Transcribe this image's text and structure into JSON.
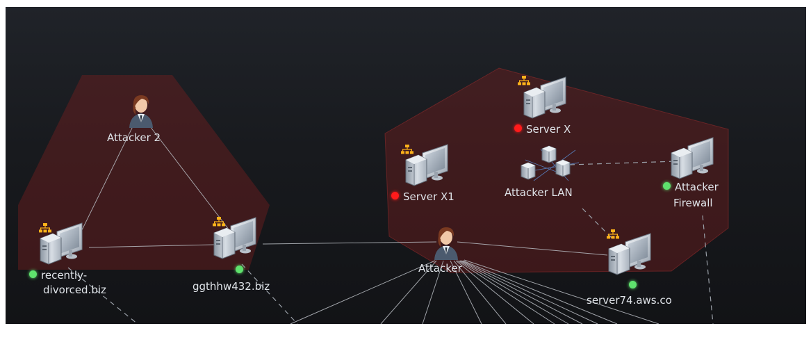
{
  "status_colors": {
    "up": "#5fe26d",
    "down": "#ff1b1b"
  },
  "zone_color": "#7a1e1e",
  "nodes": {
    "attacker2": {
      "label": "Attacker 2",
      "icon": "person-icon"
    },
    "recently_divorced": {
      "label_line1": "recently-",
      "label_line2": "divorced.biz",
      "status": "up",
      "icon": "computer-icon",
      "badge": "network-icon"
    },
    "ggthhw432": {
      "label": "ggthhw432.biz",
      "status": "up",
      "icon": "computer-icon",
      "badge": "network-icon"
    },
    "attacker": {
      "label": "Attacker",
      "icon": "person-icon"
    },
    "server_x": {
      "label": "Server X",
      "status": "down",
      "icon": "computer-icon",
      "badge": "network-icon"
    },
    "server_x1": {
      "label": "Server X1",
      "status": "down",
      "icon": "computer-icon",
      "badge": "network-icon"
    },
    "attacker_lan": {
      "label": "Attacker LAN",
      "icon": "lan-cluster-icon"
    },
    "attacker_firewall": {
      "label_line1": "Attacker",
      "label_line2": "Firewall",
      "status": "up",
      "icon": "computer-icon"
    },
    "server74": {
      "label": "server74.aws.co",
      "status": "up",
      "icon": "computer-icon",
      "badge": "network-icon"
    }
  }
}
